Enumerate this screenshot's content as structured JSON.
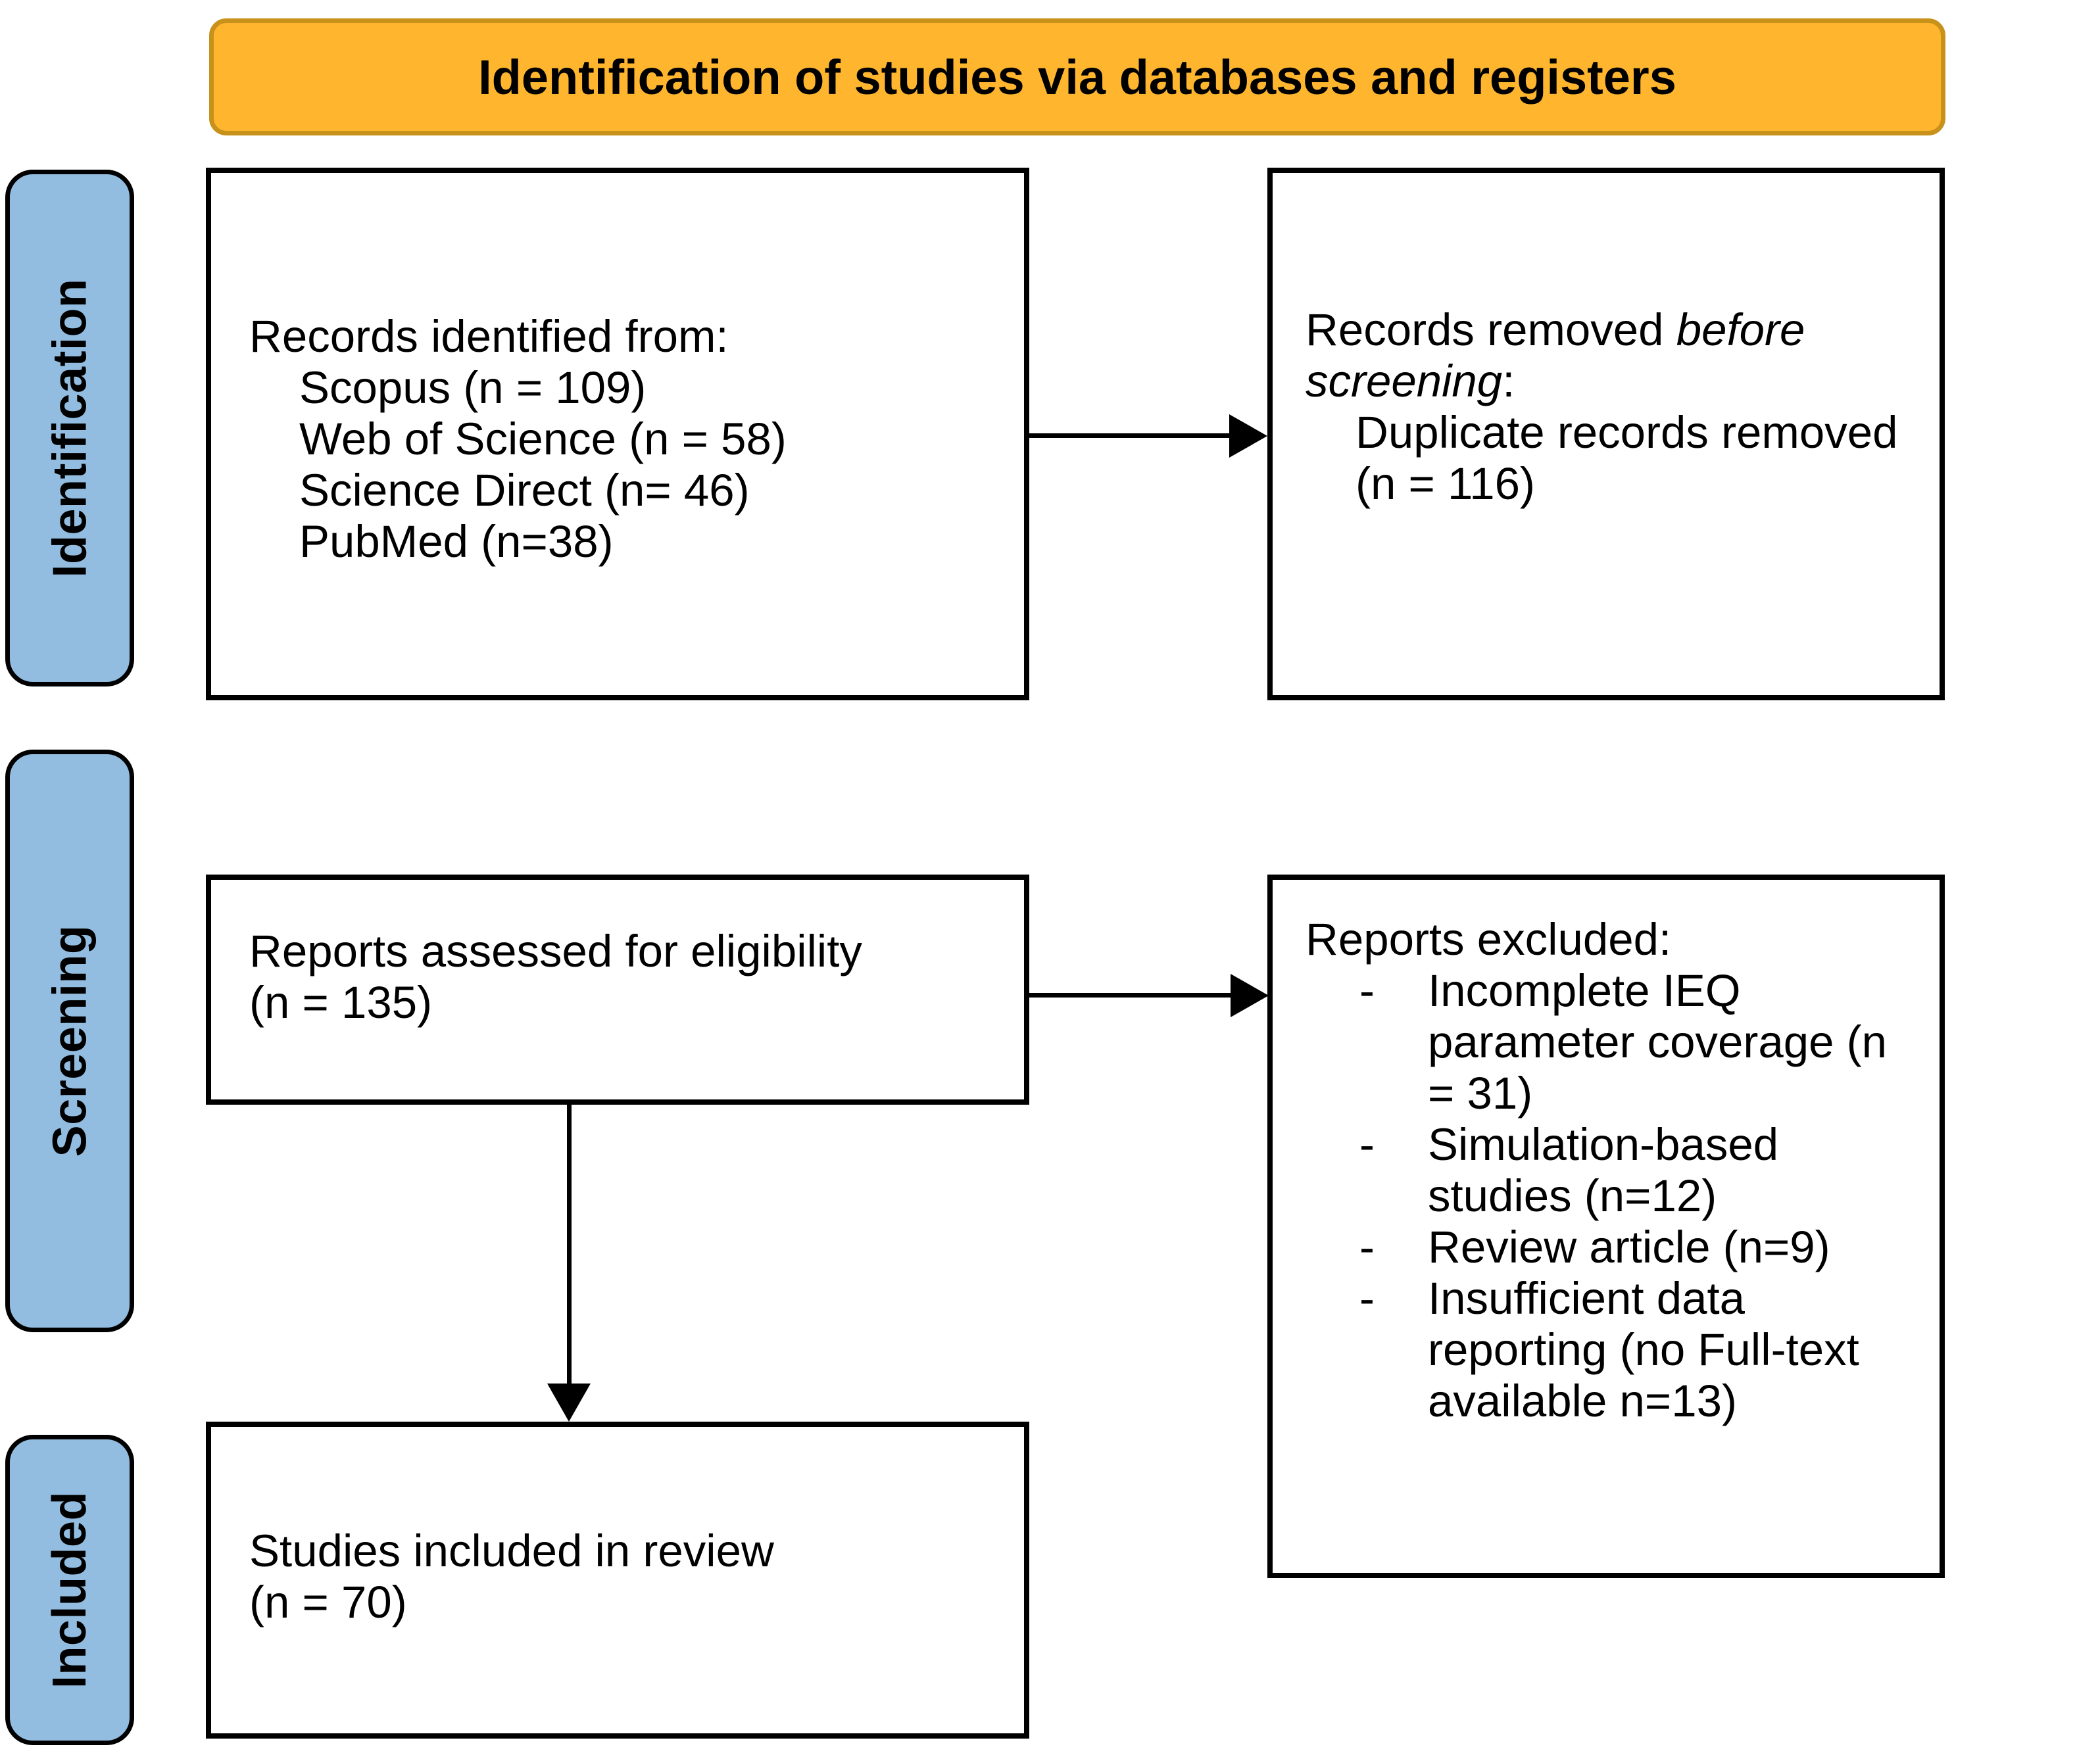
{
  "banner": {
    "title": "Identification of studies via databases and registers"
  },
  "stages": [
    {
      "key": "identification",
      "label": "Identification"
    },
    {
      "key": "screening",
      "label": "Screening"
    },
    {
      "key": "included",
      "label": "Included"
    }
  ],
  "boxes": {
    "records_identified": {
      "heading": "Records identified from:",
      "items": [
        "Scopus (n = 109)",
        "Web of Science (n = 58)",
        "Science Direct (n= 46)",
        "PubMed (n=38)"
      ]
    },
    "records_removed": {
      "heading_prefix": "Records removed ",
      "heading_italic": "before screening",
      "heading_suffix": ":",
      "items": [
        "Duplicate records removed (n = 116)"
      ]
    },
    "reports_assessed": {
      "line1": "Reports assessed for eligibility",
      "line2": "(n = 135)"
    },
    "reports_excluded": {
      "heading": "Reports excluded:",
      "bullet_marker": "-",
      "items": [
        "Incomplete IEQ parameter coverage (n = 31)",
        "Simulation-based studies (n=12)",
        "Review article (n=9)",
        "Insufficient data reporting (no Full-text available n=13)"
      ]
    },
    "studies_included": {
      "line1": "Studies included in review",
      "line2": "(n = 70)"
    }
  },
  "counts": {
    "scopus": 109,
    "web_of_science": 58,
    "science_direct": 46,
    "pubmed": 38,
    "duplicates_removed": 116,
    "reports_assessed": 135,
    "excluded_incomplete_ieq": 31,
    "excluded_simulation": 12,
    "excluded_review": 9,
    "excluded_insufficient_data": 13,
    "studies_included": 70
  },
  "colors": {
    "banner_fill": "#FFB62E",
    "banner_border": "#C8911A",
    "stage_fill": "#92BDE0",
    "stage_border": "#000000",
    "box_border": "#000000",
    "text": "#000000"
  }
}
